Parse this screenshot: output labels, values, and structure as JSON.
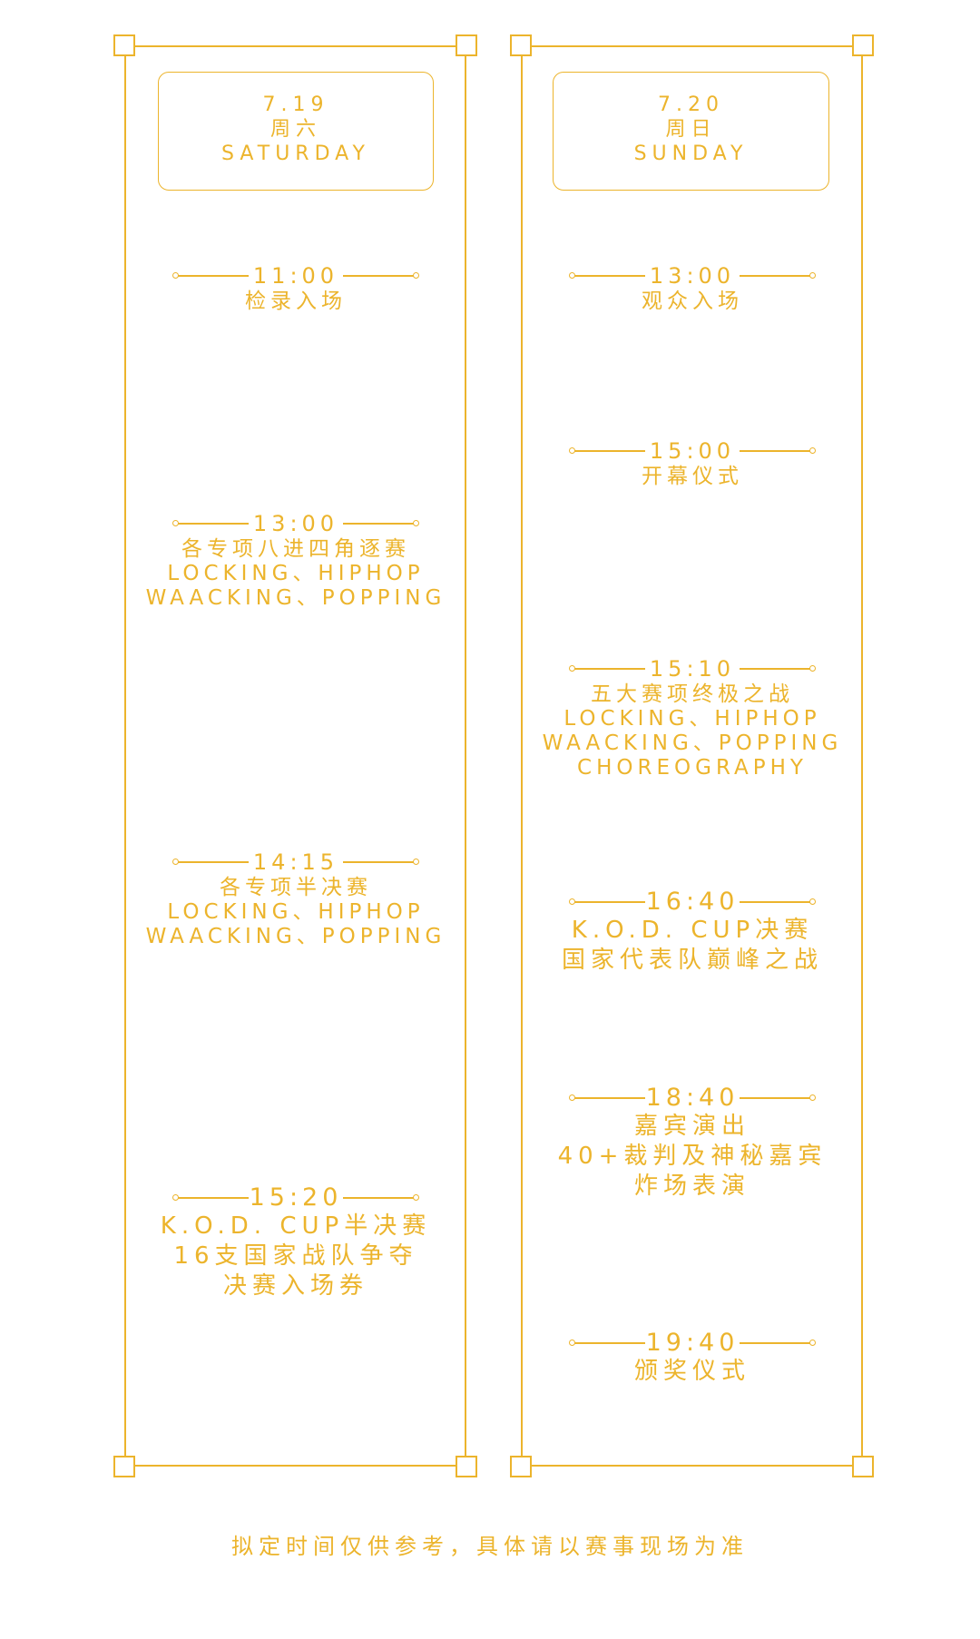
{
  "columns": [
    {
      "date": "7.19",
      "weekday_cn": "周六",
      "weekday_en": "SATURDAY",
      "events": [
        {
          "time": "11:00",
          "lines": [
            "检录入场"
          ]
        },
        {
          "time": "13:00",
          "lines": [
            "各专项八进四角逐赛",
            "LOCKING、HIPHOP",
            "WAACKING、POPPING"
          ]
        },
        {
          "time": "14:15",
          "lines": [
            "各专项半决赛",
            "LOCKING、HIPHOP",
            "WAACKING、POPPING"
          ]
        },
        {
          "time": "15:20",
          "lines": [
            "K.O.D. CUP半决赛",
            "16支国家战队争夺",
            "决赛入场券"
          ]
        }
      ]
    },
    {
      "date": "7.20",
      "weekday_cn": "周日",
      "weekday_en": "SUNDAY",
      "events": [
        {
          "time": "13:00",
          "lines": [
            "观众入场"
          ]
        },
        {
          "time": "15:00",
          "lines": [
            "开幕仪式"
          ]
        },
        {
          "time": "15:10",
          "lines": [
            "五大赛项终极之战",
            "LOCKING、HIPHOP",
            "WAACKING、POPPING",
            "CHOREOGRAPHY"
          ]
        },
        {
          "time": "16:40",
          "lines": [
            "K.O.D. CUP决赛",
            "国家代表队巅峰之战"
          ]
        },
        {
          "time": "18:40",
          "lines": [
            "嘉宾演出",
            "40+裁判及神秘嘉宾",
            "炸场表演"
          ]
        },
        {
          "time": "19:40",
          "lines": [
            "颁奖仪式"
          ]
        }
      ]
    }
  ],
  "footer": "拟定时间仅供参考，具体请以赛事现场为准",
  "colors": {
    "accent": "#ECB42C",
    "background": "#ffffff"
  }
}
